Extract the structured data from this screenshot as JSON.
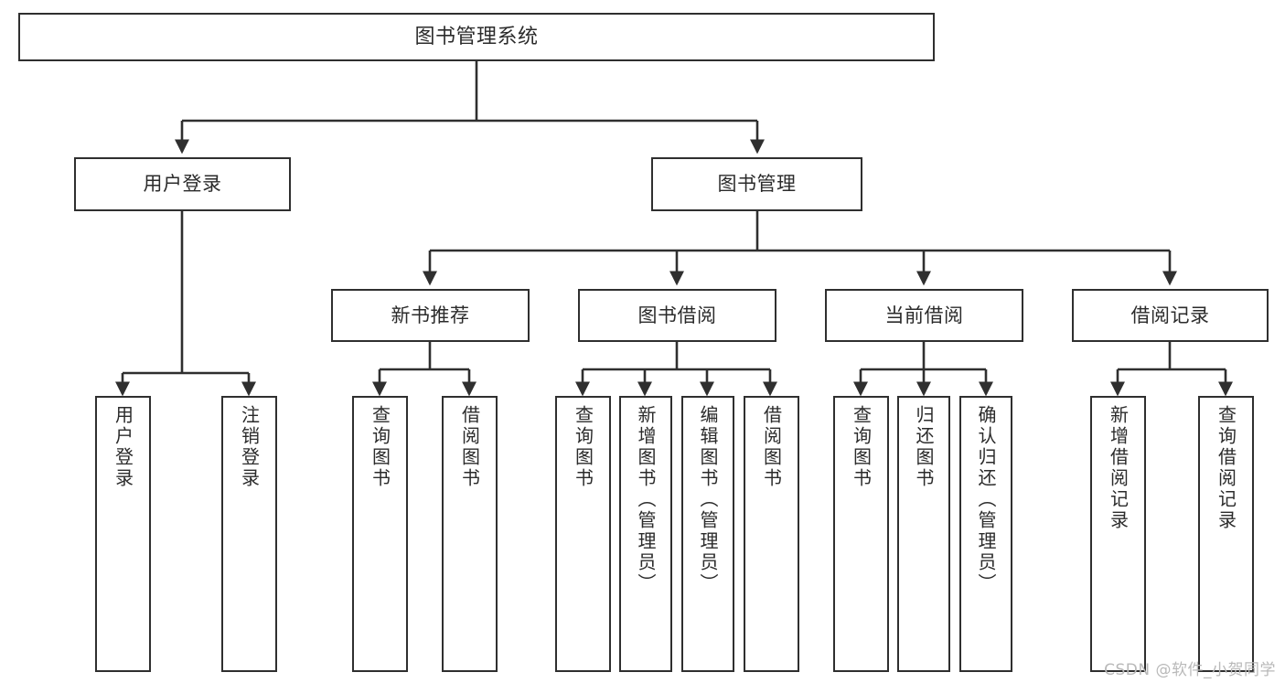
{
  "diagram": {
    "title": "图书管理系统",
    "type": "tree",
    "watermark": "CSDN @软件_小贺同学",
    "colors": {
      "box_border": "#2f2f2f",
      "box_fill": "#ffffff",
      "text": "#2b2b2b",
      "edge": "#2f2f2f",
      "watermark": "#b9b9b9",
      "background": "#ffffff"
    },
    "nodes": {
      "root": {
        "label": "图书管理系统"
      },
      "level2": [
        {
          "id": "user-login",
          "label": "用户登录"
        },
        {
          "id": "book-manage",
          "label": "图书管理"
        }
      ],
      "level3": [
        {
          "id": "new-book-recommend",
          "label": "新书推荐"
        },
        {
          "id": "book-borrow",
          "label": "图书借阅"
        },
        {
          "id": "current-borrow",
          "label": "当前借阅"
        },
        {
          "id": "borrow-record",
          "label": "借阅记录"
        }
      ],
      "leaves": {
        "user_login": [
          {
            "id": "leaf-user-login",
            "label": "用户登录"
          },
          {
            "id": "leaf-logout-login",
            "label": "注销登录"
          }
        ],
        "new_book_recommend": [
          {
            "id": "leaf-query-book-1",
            "label": "查询图书"
          },
          {
            "id": "leaf-borrow-book-1",
            "label": "借阅图书"
          }
        ],
        "book_borrow": [
          {
            "id": "leaf-query-book-2",
            "label": "查询图书"
          },
          {
            "id": "leaf-add-book",
            "label": "新增图书（管理员）"
          },
          {
            "id": "leaf-edit-book",
            "label": "编辑图书（管理员）"
          },
          {
            "id": "leaf-borrow-book-2",
            "label": "借阅图书"
          }
        ],
        "current_borrow": [
          {
            "id": "leaf-query-book-3",
            "label": "查询图书"
          },
          {
            "id": "leaf-return-book",
            "label": "归还图书"
          },
          {
            "id": "leaf-confirm-return",
            "label": "确认归还（管理员）"
          }
        ],
        "borrow_record": [
          {
            "id": "leaf-add-record",
            "label": "新增借阅记录"
          },
          {
            "id": "leaf-query-record",
            "label": "查询借阅记录"
          }
        ]
      }
    }
  }
}
